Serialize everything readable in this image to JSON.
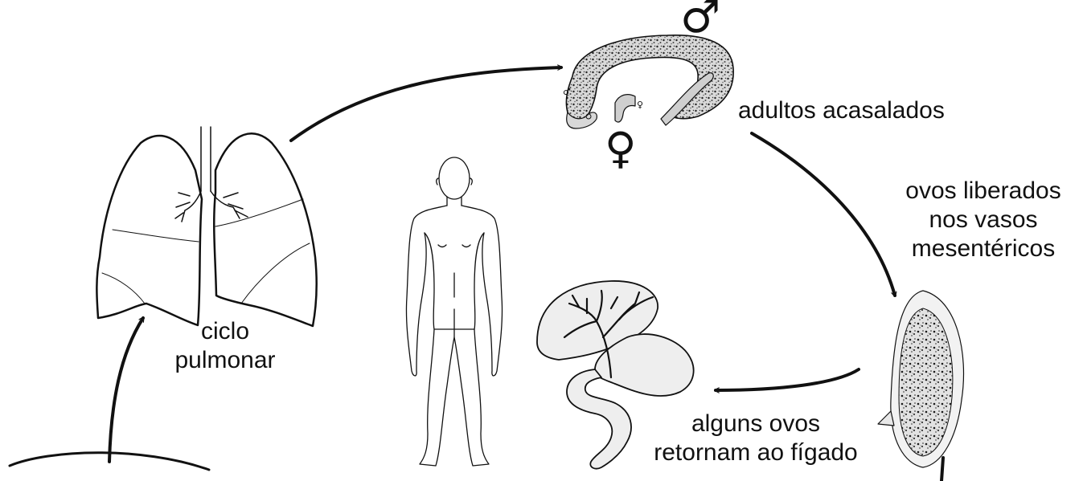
{
  "labels": {
    "adults_paired": "adultos acasalados",
    "eggs_released": [
      "ovos liberados",
      "nos vasos",
      "mesentéricos"
    ],
    "pulmonary_cycle": [
      "ciclo",
      "pulmonar"
    ],
    "eggs_return": [
      "alguns ovos",
      "retornam ao fígado"
    ]
  },
  "symbols": {
    "male": "♂",
    "female": "♀"
  },
  "illustrations": [
    "lungs-illustration",
    "human-body-illustration",
    "paired-worms-illustration",
    "egg-illustration",
    "liver-intestine-illustration"
  ],
  "colors": {
    "ink": "#111111",
    "background": "#ffffff"
  }
}
